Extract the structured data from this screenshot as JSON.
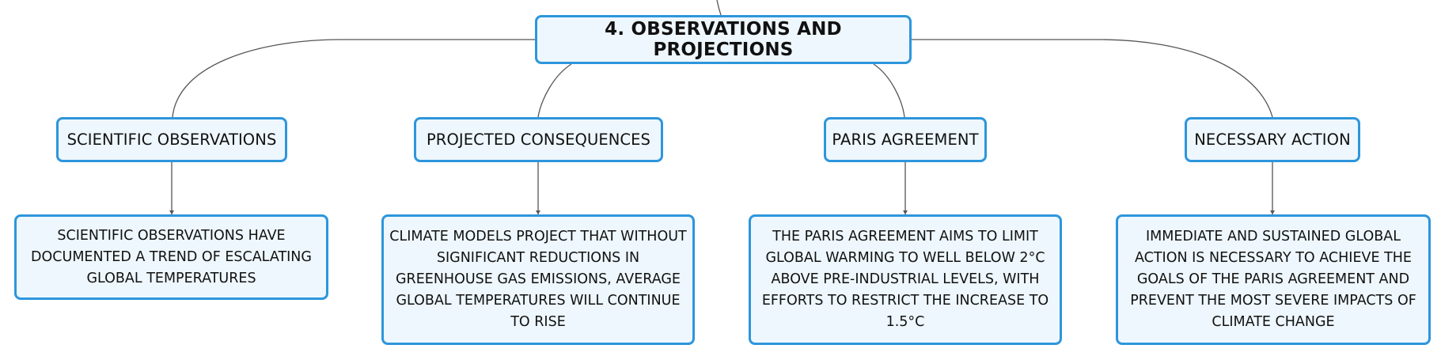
{
  "root": {
    "label": "4. OBSERVATIONS AND PROJECTIONS"
  },
  "branches": [
    {
      "label": "SCIENTIFIC OBSERVATIONS",
      "detail": "SCIENTIFIC OBSERVATIONS HAVE DOCUMENTED A TREND OF ESCALATING GLOBAL TEMPERATURES"
    },
    {
      "label": "PROJECTED CONSEQUENCES",
      "detail": "CLIMATE MODELS PROJECT THAT WITHOUT SIGNIFICANT REDUCTIONS IN GREENHOUSE GAS EMISSIONS, AVERAGE GLOBAL TEMPERATURES WILL CONTINUE TO RISE"
    },
    {
      "label": "PARIS AGREEMENT",
      "detail": "THE PARIS AGREEMENT AIMS TO LIMIT GLOBAL WARMING TO WELL BELOW 2°C ABOVE PRE-INDUSTRIAL LEVELS, WITH EFFORTS TO RESTRICT THE INCREASE TO 1.5°C"
    },
    {
      "label": "NECESSARY ACTION",
      "detail": "IMMEDIATE AND SUSTAINED GLOBAL ACTION IS NECESSARY TO ACHIEVE THE GOALS OF THE PARIS AGREEMENT AND PREVENT THE MOST SEVERE IMPACTS OF CLIMATE CHANGE"
    }
  ],
  "colors": {
    "node_border": "#2d96dc",
    "node_fill": "#eef7fd",
    "connector": "#555555",
    "text": "#111111"
  }
}
